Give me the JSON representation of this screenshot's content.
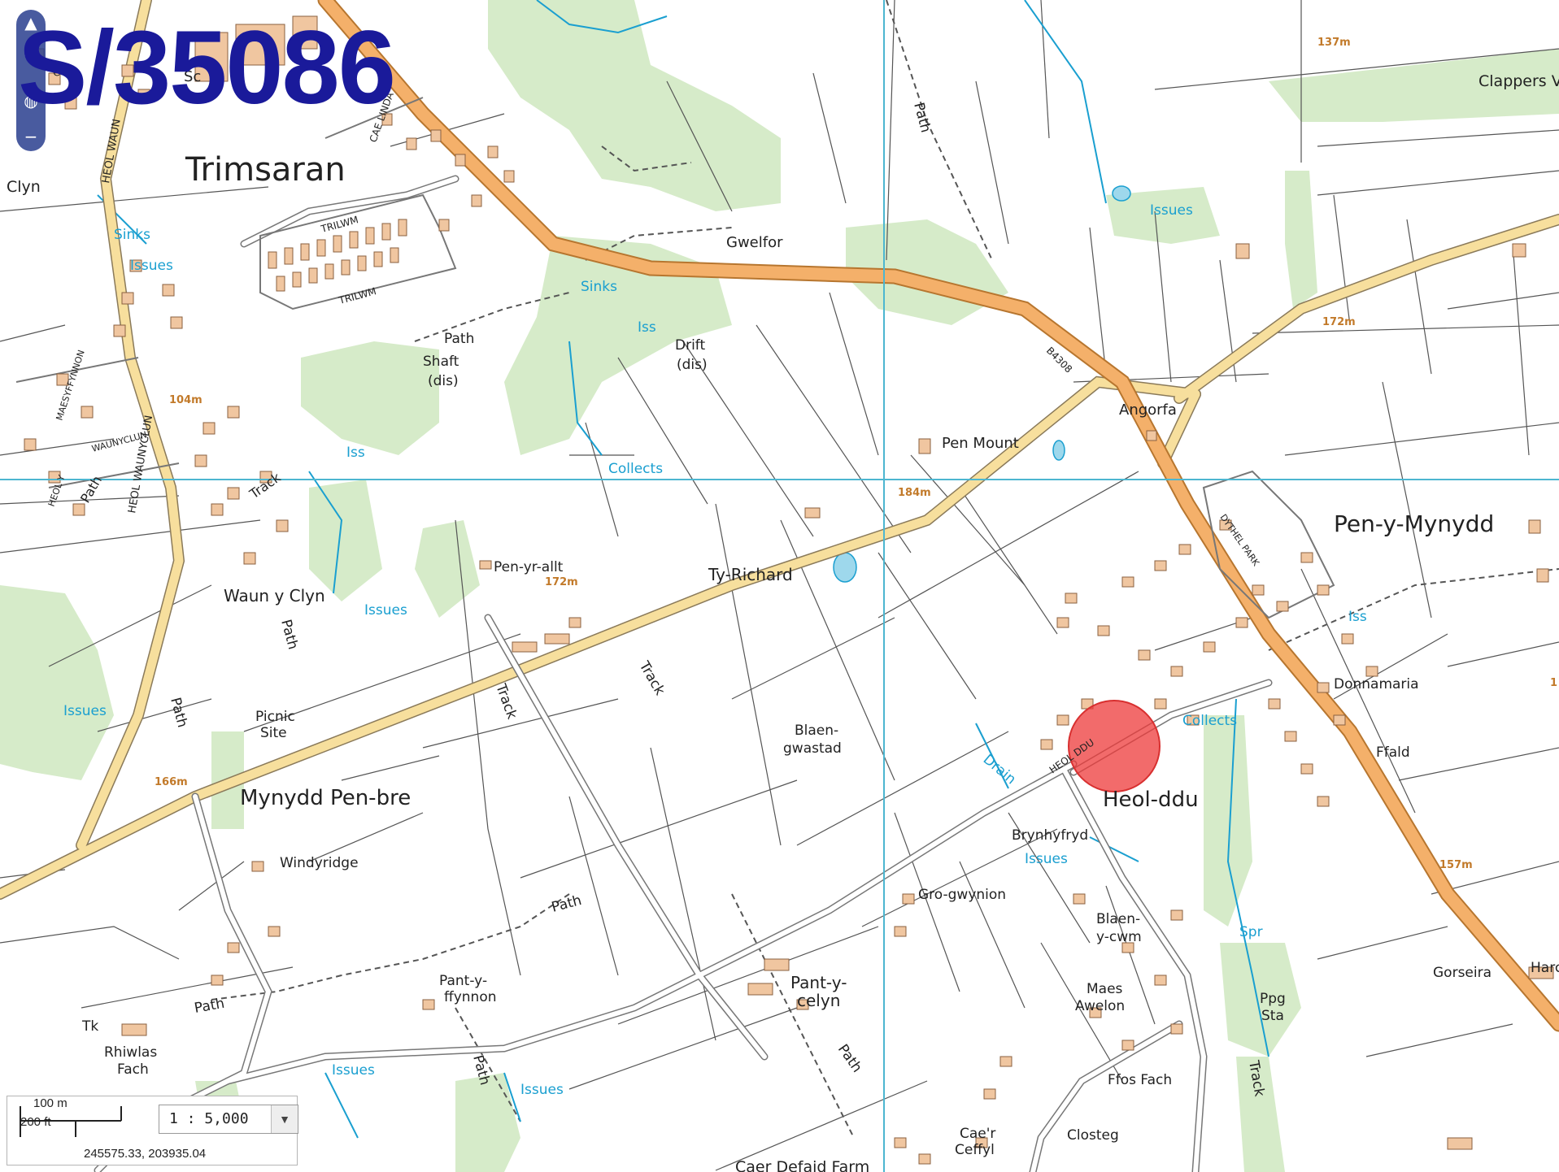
{
  "grid_ref": "S/35086",
  "scale_metric": "100 m",
  "scale_imperial": "200 ft",
  "zoom_level": "1 : 5,000",
  "coordinates": "245575.33, 203935.04",
  "place_names": {
    "trimsaran": "Trimsaran",
    "clyn": "Clyn",
    "gwelfor": "Gwelfor",
    "clappers": "Clappers V",
    "pen_mount": "Pen Mount",
    "angorfa": "Angorfa",
    "pen_y_mynydd": "Pen-y-Mynydd",
    "ty_richard": "Ty-Richard",
    "pen_yr_allt": "Pen-yr-allt",
    "waun_y_clyn": "Waun y Clyn",
    "picnic_1": "Picnic",
    "picnic_2": "Site",
    "blaen_1": "Blaen-",
    "blaen_2": "gwastad",
    "mynydd_pen_bre": "Mynydd Pen-bre",
    "windyridge": "Windyridge",
    "donnamaria": "Donnamaria",
    "ffald": "Ffald",
    "heol_ddu": "Heol-ddu",
    "brynhyfryd": "Brynhyfryd",
    "gro_gwynion": "Gro-gwynion",
    "blaen_y_cwm_1": "Blaen-",
    "blaen_y_cwm_2": "y-cwm",
    "maes_1": "Maes",
    "maes_2": "Awelon",
    "gorseira": "Gorseira",
    "hard": "Harc",
    "pant_y_ffynnon_1": "Pant-y-",
    "pant_y_ffynnon_2": "ffynnon",
    "pant_y_celyn_1": "Pant-y-",
    "pant_y_celyn_2": "celyn",
    "ffos_fach": "Ffos Fach",
    "closteg": "Closteg",
    "caer_ceffyl_1": "Cae'r",
    "caer_ceffyl_2": "Ceffyl",
    "caer_defaid": "Caer Defaid Farm",
    "rhiwlas_1": "Rhiwlas",
    "rhiwlas_2": "Fach",
    "tk": "Tk",
    "ppg": "Ppg",
    "sta": "Sta",
    "shaft_1": "Shaft",
    "shaft_2": "(dis)",
    "drift_1": "Drift",
    "drift_2": "(dis)",
    "path_shaft": "Path"
  },
  "street_names": {
    "heol_waunyclun": "HEOL WAUNYCLUN",
    "heol_waun": "HEOL WAUN",
    "trilwm_1": "TRILWM",
    "trilwm_2": "TRILWM",
    "cae_linda": "CAE LINDA",
    "maes_y_ffynnon": "MAESYFFYNNON",
    "waunyclun": "WAUNYCLUN",
    "heol_y": "HEOL Y",
    "path_clyn": "Path",
    "track_a": "Track",
    "dythel_park": "DYTHEL PARK",
    "heol_ddu_road": "HEOL DDU",
    "b4308": "B4308",
    "cly": "CLY",
    "sc": "Sc"
  },
  "path_labels": {
    "p1": "Path",
    "p2": "Path",
    "p3": "Path",
    "p4": "Path",
    "p5": "Path",
    "p6": "Path",
    "p7": "Path",
    "t1": "Track",
    "t2": "Track",
    "t3": "Track"
  },
  "water_labels": {
    "sinks_1": "Sinks",
    "issues_1": "Issues",
    "sinks_2": "Sinks",
    "iss_1": "Iss",
    "iss_2": "Iss",
    "collects_1": "Collects",
    "issues_2": "Issues",
    "issues_3": "Issues",
    "issues_4": "Issues",
    "iss_3": "Iss",
    "collects_2": "Collects",
    "drain": "Drain",
    "issues_5": "Issues",
    "spr": "Spr",
    "issues_6": "Issues",
    "issues_7": "Issues"
  },
  "heights": {
    "h137": "137m",
    "h104": "104m",
    "h172a": "172m",
    "h172b": "172m",
    "h184": "184m",
    "h166": "166m",
    "h157": "157m",
    "h1": "1"
  },
  "colors": {
    "woodland": "#d6ebc9",
    "road_b": "#f4b06a",
    "road_minor": "#f7df9d",
    "grid_line": "#4db6d0",
    "water": "#1a9fd0",
    "marker": "#ee3a3a",
    "building": "#f0c6a0",
    "grid_ref_text": "#1a1a9a"
  },
  "icons": {
    "nav_north": "north-arrow-icon",
    "nav_globe": "globe-icon",
    "zoom_dropdown": "chevron-down-icon"
  }
}
